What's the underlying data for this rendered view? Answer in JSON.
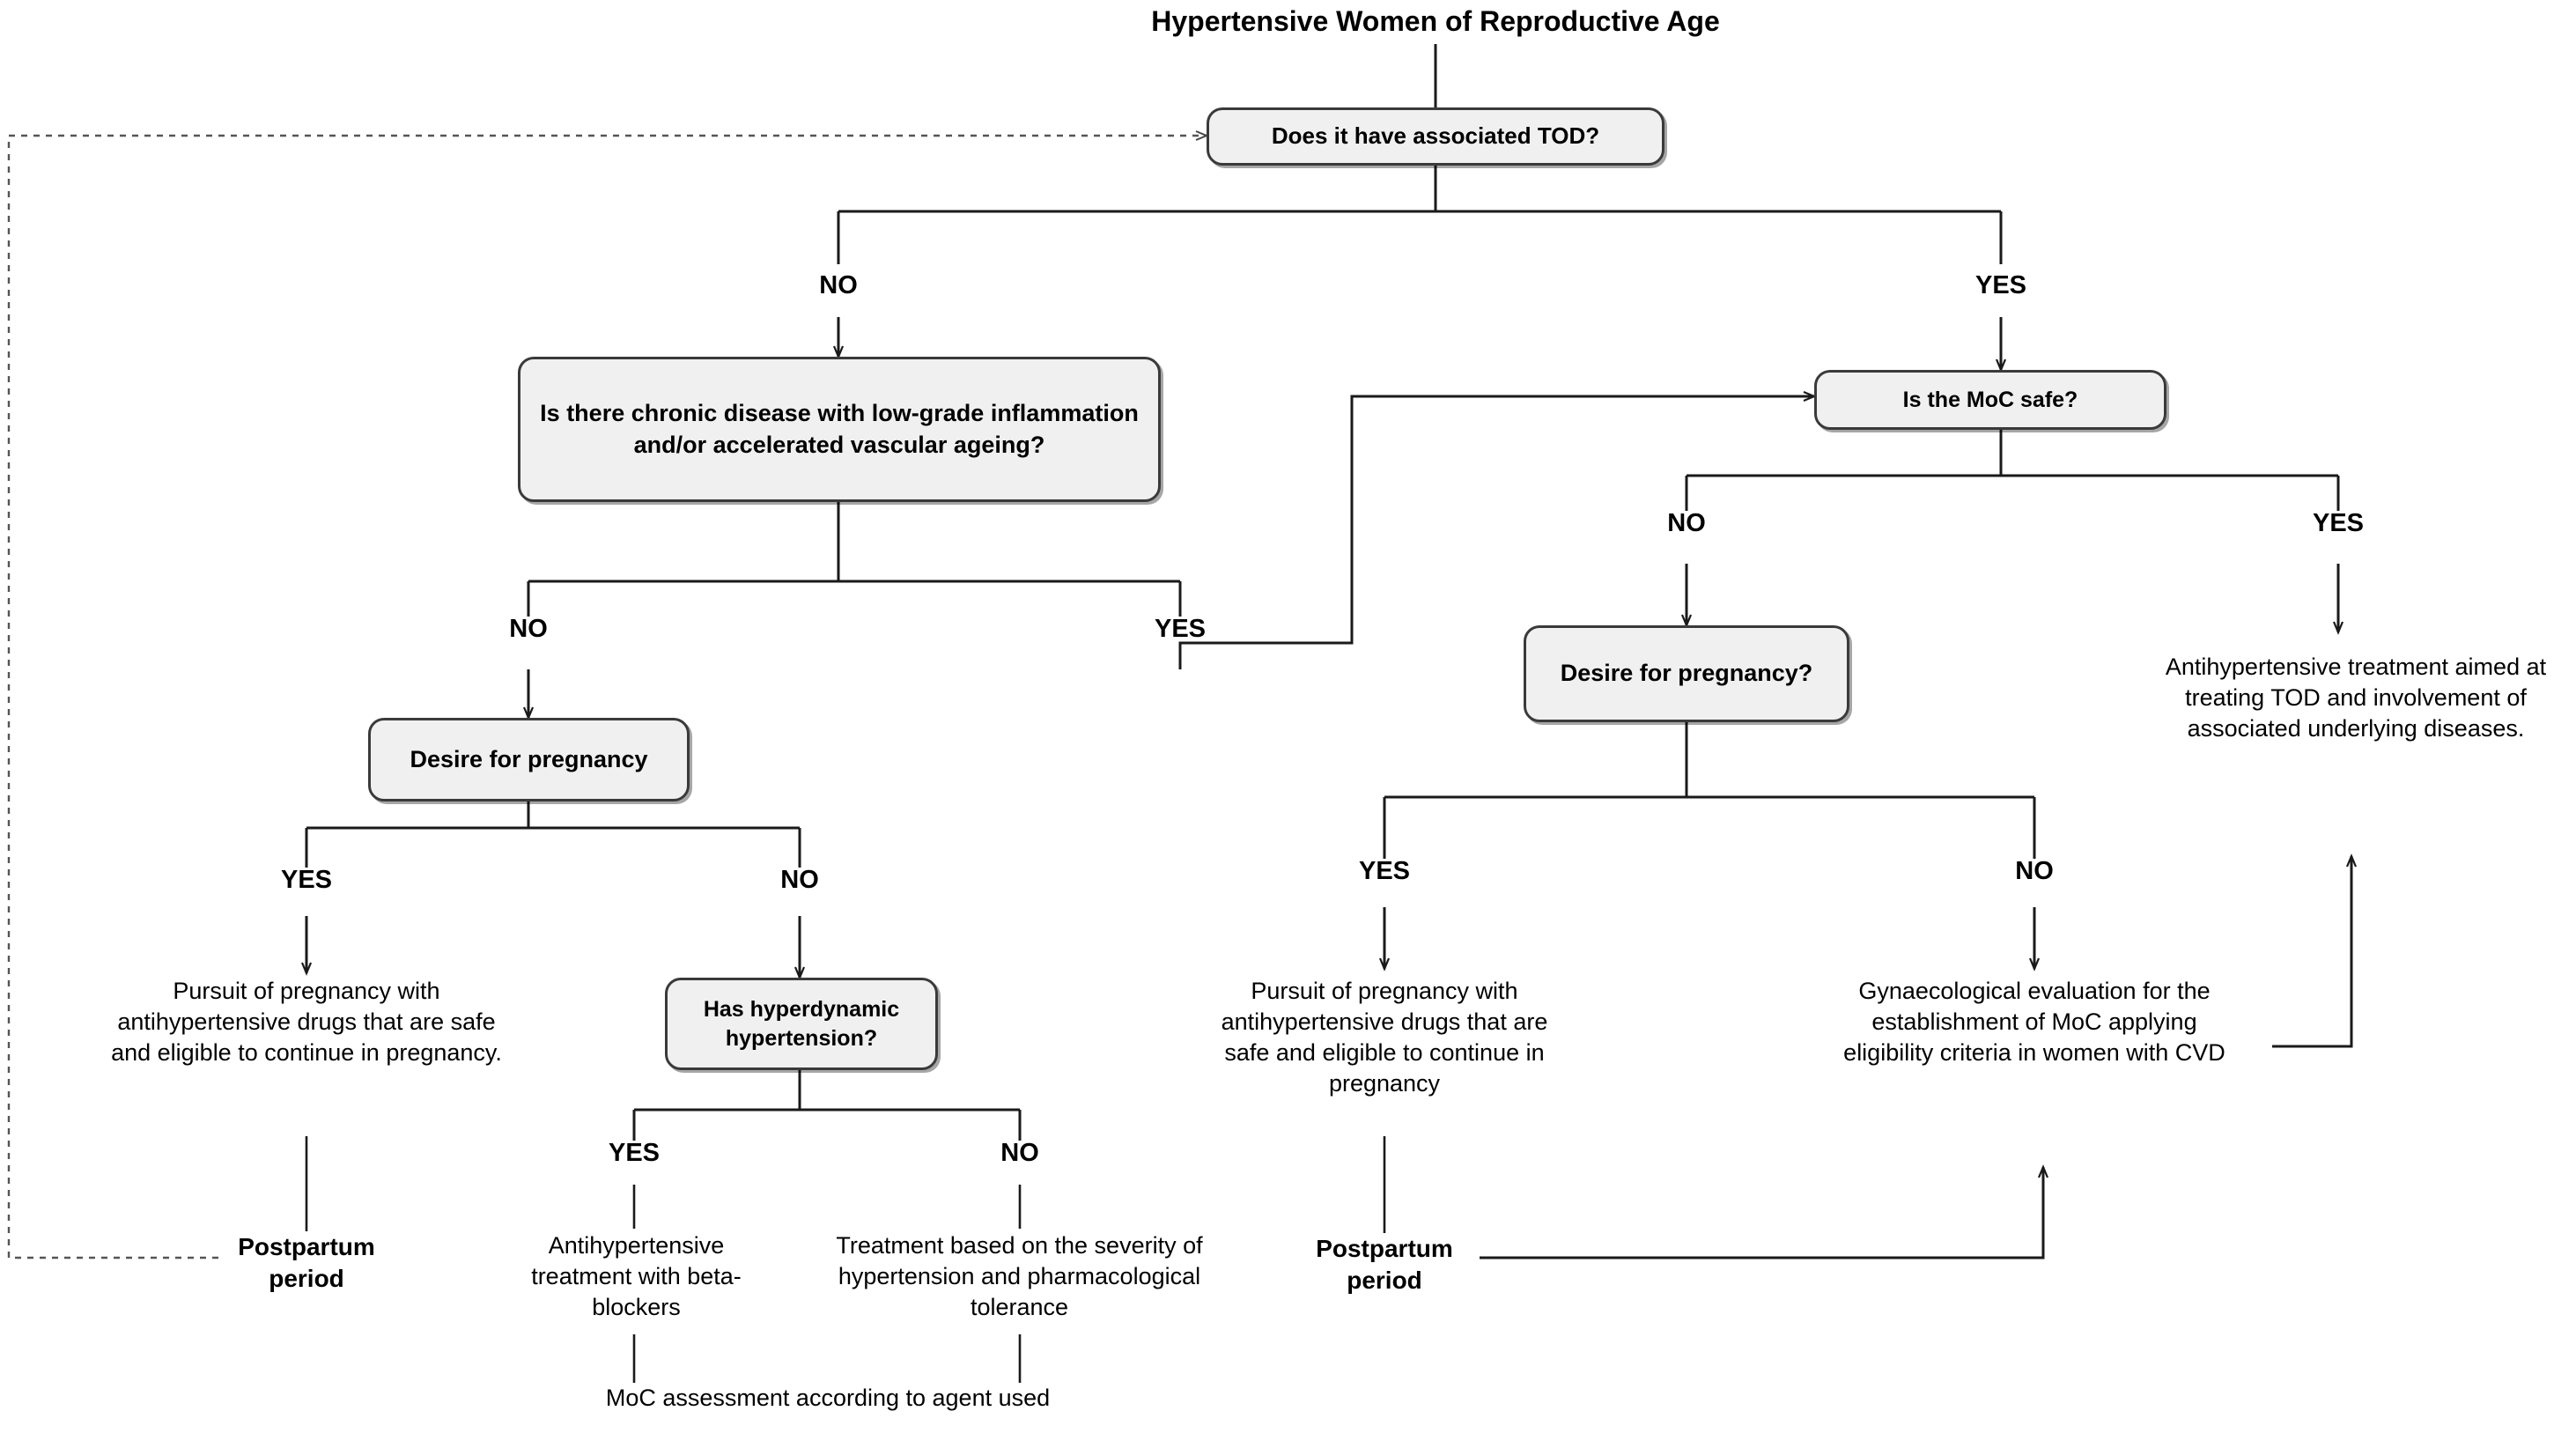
{
  "diagram": {
    "title": "Hypertensive Women of Reproductive Age",
    "nodes": {
      "tod": "Does it have associated TOD?",
      "chronic": "Is there chronic disease with low-grade inflammation and/or accelerated vascular ageing?",
      "moc_safe": "Is the MoC safe?",
      "desire_left": "Desire for pregnancy",
      "desire_right": "Desire for pregnancy?",
      "hyperdynamic": "Has hyperdynamic hypertension?"
    },
    "terminals": {
      "pursuit_left": "Pursuit of pregnancy with antihypertensive drugs that are safe and eligible to continue in pregnancy.",
      "postpartum_left": "Postpartum period",
      "beta_blockers": "Antihypertensive treatment with beta-blockers",
      "severity": "Treatment based on the severity of hypertension and pharmacological tolerance",
      "moc_assessment": "MoC assessment according to agent used",
      "pursuit_right": "Pursuit of pregnancy with antihypertensive drugs that are safe and eligible to continue in pregnancy",
      "postpartum_right": "Postpartum period",
      "gynaecological": "Gynaecological evaluation for the establishment of MoC applying eligibility criteria in women with CVD",
      "antihypertensive_tod": "Antihypertensive treatment aimed at treating TOD and involvement of associated underlying diseases."
    },
    "edge_labels": {
      "tod_no": "NO",
      "tod_yes": "YES",
      "chronic_no": "NO",
      "chronic_yes": "YES",
      "desire_left_yes": "YES",
      "desire_left_no": "NO",
      "hyper_yes": "YES",
      "hyper_no": "NO",
      "moc_no": "NO",
      "moc_yes": "YES",
      "desire_right_yes": "YES",
      "desire_right_no": "NO"
    },
    "colors": {
      "node_fill": "#f0f0f0",
      "node_border": "#3a3a3a",
      "line": "#1a1a1a",
      "text": "#000000"
    }
  }
}
